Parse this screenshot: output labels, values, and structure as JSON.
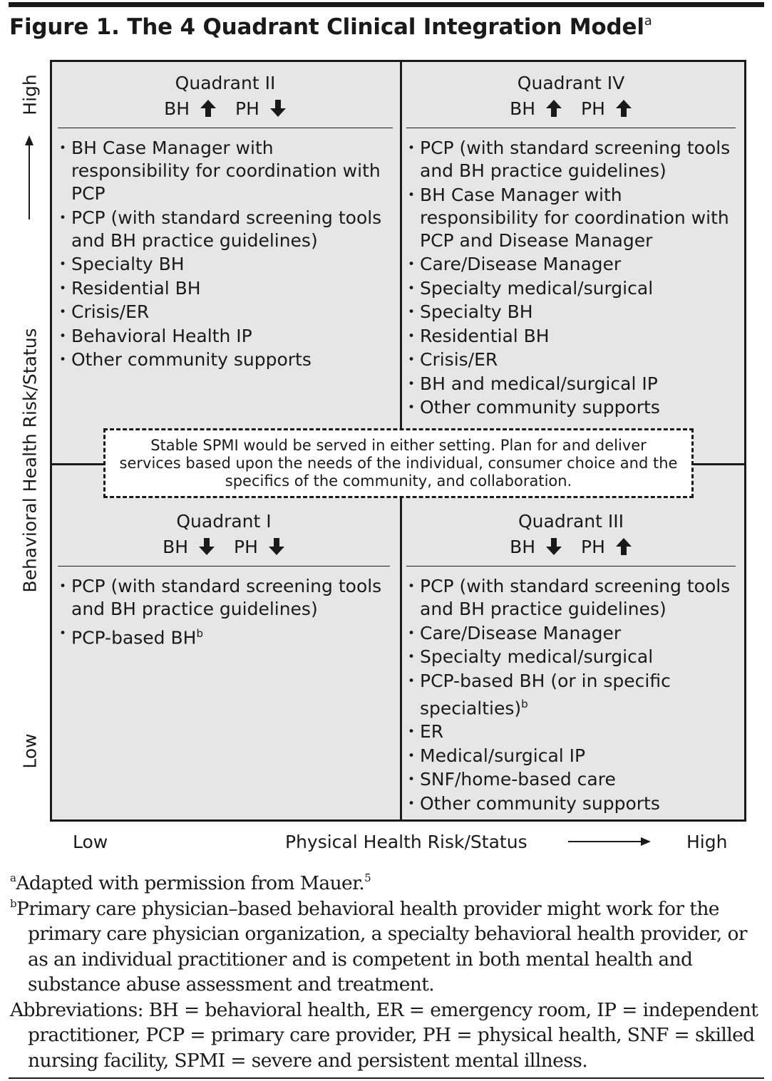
{
  "figure": {
    "title": "Figure 1. The 4 Quadrant Clinical Integration Model",
    "title_sup": "a"
  },
  "axes": {
    "y_label": "Behavioral Health Risk/Status",
    "y_high": "High",
    "y_low": "Low",
    "x_label": "Physical Health Risk/Status",
    "x_low": "Low",
    "x_high": "High"
  },
  "quadrants": {
    "q2": {
      "name": "Quadrant II",
      "bh_label": "BH",
      "bh_direction": "up",
      "ph_label": "PH",
      "ph_direction": "down",
      "items": [
        {
          "text": "BH Case Manager with responsibility for coordination with PCP"
        },
        {
          "text": "PCP (with standard screening tools and BH practice guidelines)"
        },
        {
          "text": "Specialty BH"
        },
        {
          "text": "Residential BH"
        },
        {
          "text": "Crisis/ER"
        },
        {
          "text": "Behavioral Health IP"
        },
        {
          "text": "Other community supports"
        }
      ]
    },
    "q4": {
      "name": "Quadrant IV",
      "bh_label": "BH",
      "bh_direction": "up",
      "ph_label": "PH",
      "ph_direction": "up",
      "items": [
        {
          "text": "PCP (with standard screening tools and BH practice guidelines)"
        },
        {
          "text": "BH Case Manager with responsibility for coordination with PCP and Disease Manager"
        },
        {
          "text": "Care/Disease Manager"
        },
        {
          "text": "Specialty medical/surgical"
        },
        {
          "text": "Specialty BH"
        },
        {
          "text": "Residential BH"
        },
        {
          "text": "Crisis/ER"
        },
        {
          "text": "BH and medical/surgical IP"
        },
        {
          "text": "Other community supports"
        }
      ]
    },
    "q1": {
      "name": "Quadrant I",
      "bh_label": "BH",
      "bh_direction": "down",
      "ph_label": "PH",
      "ph_direction": "down",
      "items": [
        {
          "text": "PCP (with standard screening tools and BH practice guidelines)"
        },
        {
          "text": "PCP-based BH",
          "sup": "b"
        }
      ]
    },
    "q3": {
      "name": "Quadrant III",
      "bh_label": "BH",
      "bh_direction": "down",
      "ph_label": "PH",
      "ph_direction": "up",
      "items": [
        {
          "text": "PCP (with standard screening tools and BH practice guidelines)"
        },
        {
          "text": "Care/Disease Manager"
        },
        {
          "text": "Specialty medical/surgical"
        },
        {
          "text": "PCP-based BH (or in specific specialties)",
          "sup": "b"
        },
        {
          "text": "ER"
        },
        {
          "text": "Medical/surgical IP"
        },
        {
          "text": "SNF/home-based care"
        },
        {
          "text": "Other community supports"
        }
      ]
    }
  },
  "center_note": "Stable SPMI would be served in either setting. Plan for and deliver services based upon the needs of the individual, consumer choice and the specifics of the community, and collaboration.",
  "footnotes": {
    "a_mark": "a",
    "a_text": "Adapted with permission from Mauer.",
    "a_ref": "5",
    "b_mark": "b",
    "b_text": "Primary care physician–based behavioral health provider might work for the primary care physician organization, a specialty behavioral health provider, or as an individual practitioner and is competent in both mental health and substance abuse assessment and treatment.",
    "abbreviations": "Abbreviations: BH = behavioral health, ER = emergency room, IP = independent practitioner, PCP = primary care provider, PH = physical health, SNF = skilled nursing facility, SPMI = severe and persistent mental illness."
  },
  "colors": {
    "quadrant_fill": "#e6e6e6",
    "ink": "#1a1a1a",
    "note_fill": "#ffffff"
  }
}
